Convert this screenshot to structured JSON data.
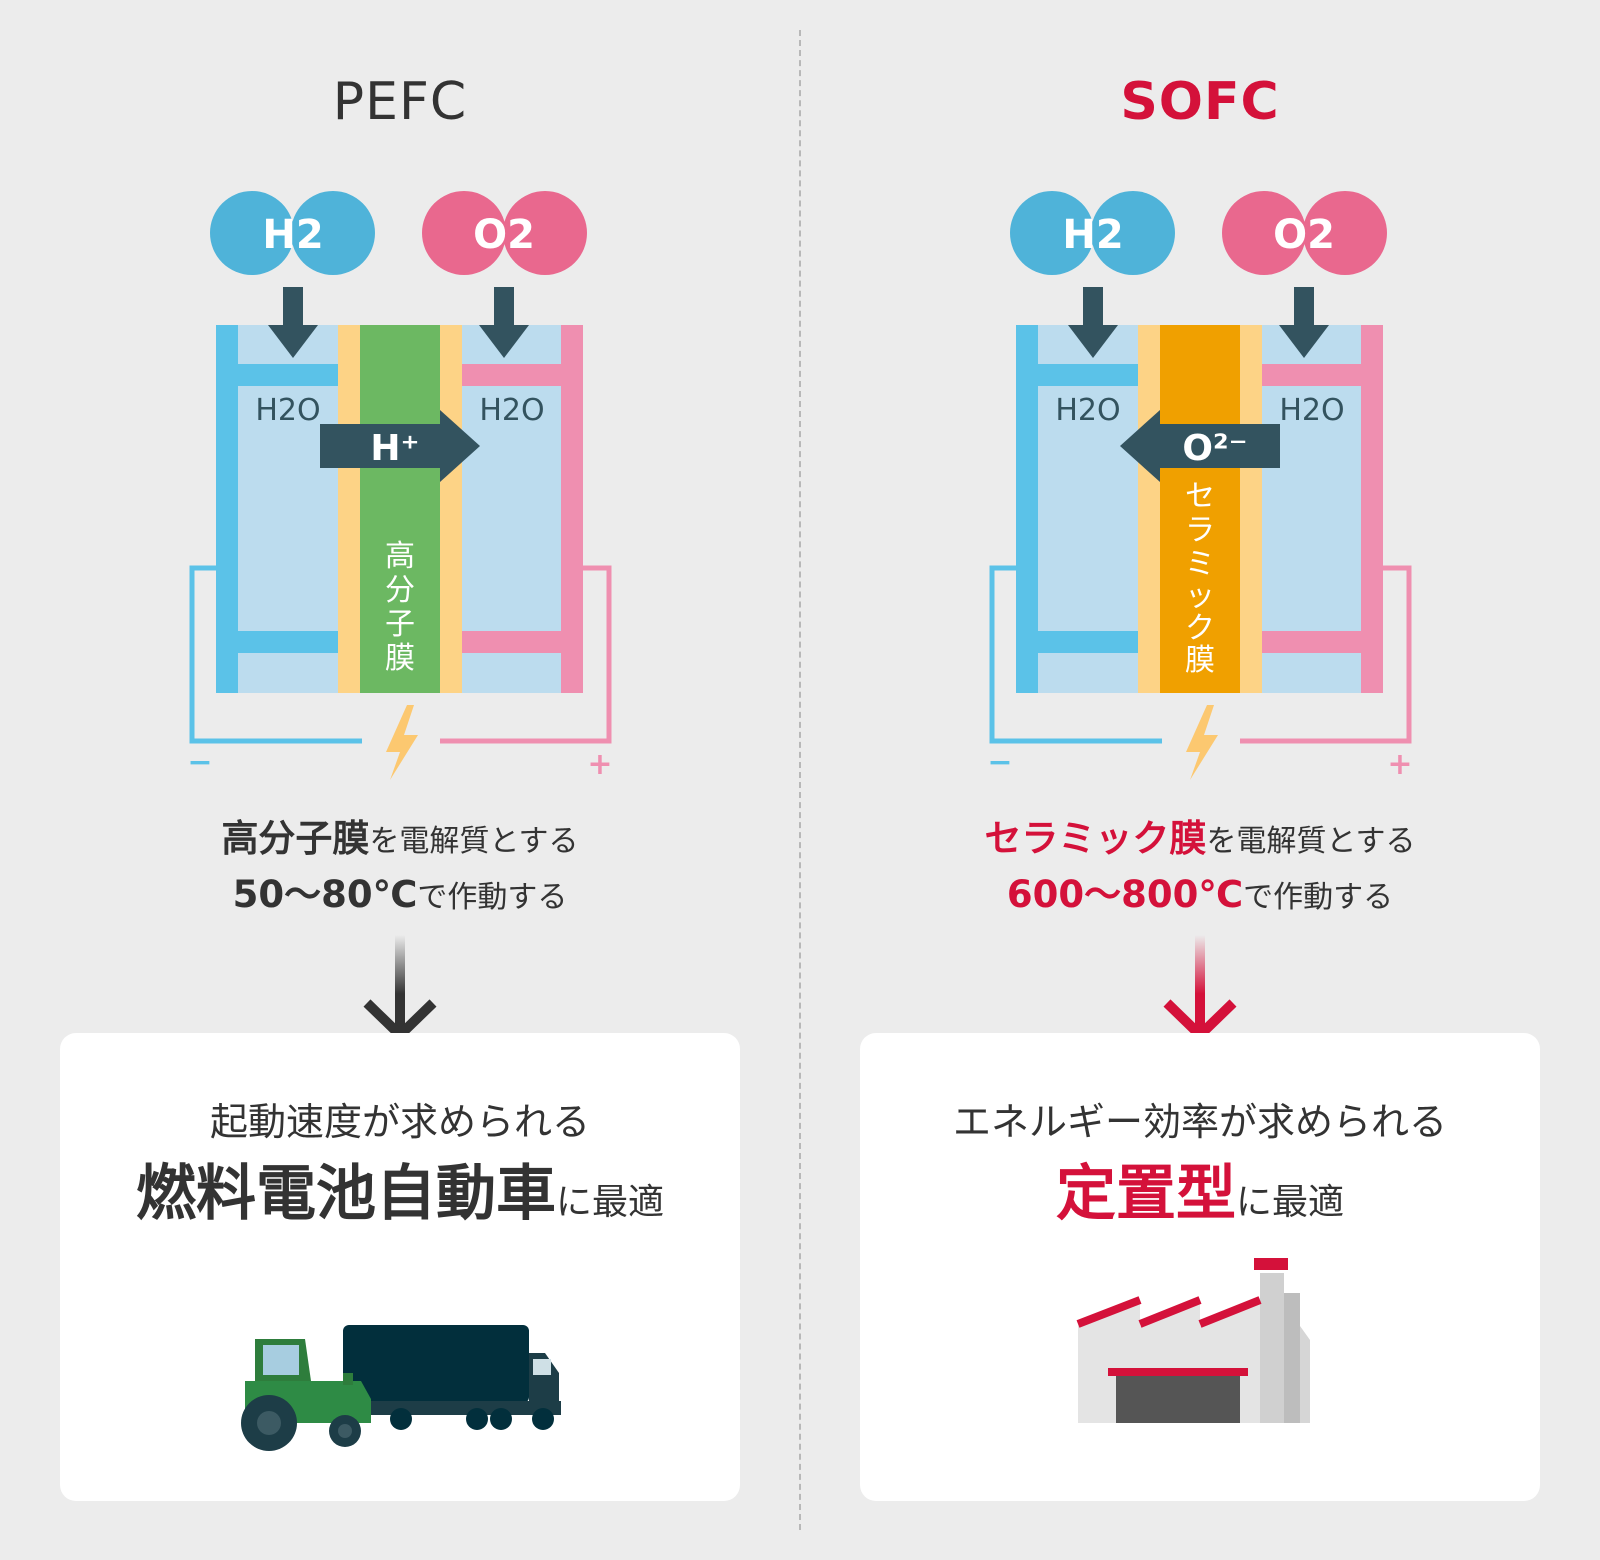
{
  "pefc": {
    "title": "PEFC",
    "molecule_left": "H2",
    "molecule_right": "O2",
    "water_left": "H2O",
    "water_right": "H2O",
    "ion": "H⁺",
    "membrane_label": [
      "高",
      "分",
      "子",
      "膜"
    ],
    "minus": "−",
    "plus": "+",
    "desc_line1_bold": "高分子膜",
    "desc_line1_rest": "を電解質とする",
    "desc_line2_bold": "50〜80℃",
    "desc_line2_rest": "で作動する",
    "card_line1": "起動速度が求められる",
    "card_line2_bold": "燃料電池自動車",
    "card_line2_rest": "に最適",
    "membrane_color": "#6cb862",
    "title_color": "#333333"
  },
  "sofc": {
    "title": "SOFC",
    "molecule_left": "H2",
    "molecule_right": "O2",
    "water_left": "H2O",
    "water_right": "H2O",
    "ion": "O²⁻",
    "membrane_label": [
      "セ",
      "ラ",
      "ミ",
      "ッ",
      "ク",
      "膜"
    ],
    "minus": "−",
    "plus": "+",
    "desc_line1_bold": "セラミック膜",
    "desc_line1_rest": "を電解質とする",
    "desc_line2_bold": "600〜800℃",
    "desc_line2_rest": "で作動する",
    "card_line1": "エネルギー効率が求められる",
    "card_line2_bold": "定置型",
    "card_line2_rest": "に最適",
    "membrane_color": "#f0a000",
    "title_color": "#d4113a"
  },
  "colors": {
    "hydrogen": "#4fb3d9",
    "oxygen": "#e9688e",
    "electrode_left": "#5bc2e8",
    "electrode_right": "#ef8fb0",
    "cell_fill": "#bcdcee",
    "catalyst": "#fdd386",
    "arrow_dark": "#33535f",
    "bolt": "#fcc870",
    "accent_red": "#d4113a"
  }
}
